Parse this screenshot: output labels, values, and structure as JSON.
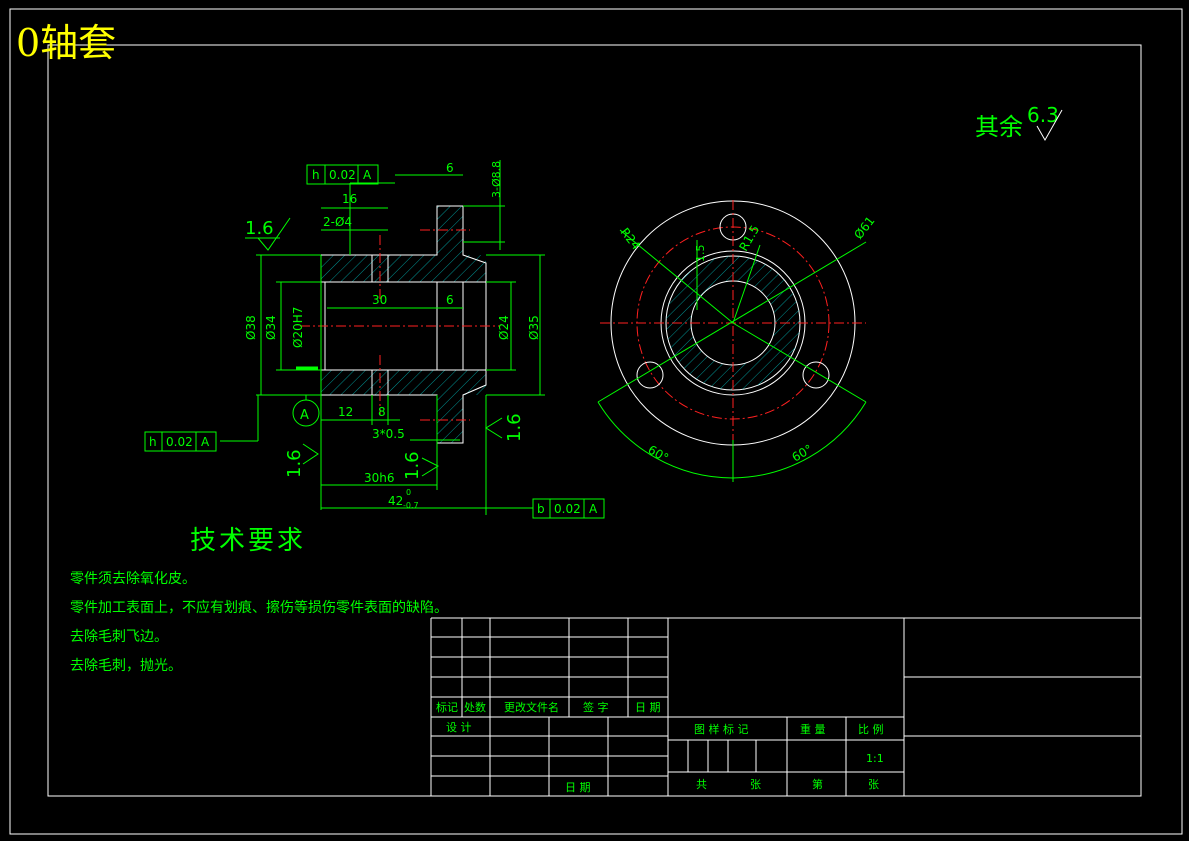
{
  "title": "0轴套",
  "roughness_rest": {
    "label": "其余",
    "value": "6.3"
  },
  "dimensions": {
    "d16": "16",
    "d6_top": "6",
    "d3_hole": "3-Ø8.8",
    "d2_hole": "2-Ø4",
    "d30": "30",
    "d6_mid": "6",
    "d38": "Ø38",
    "d34": "Ø34",
    "d20h7": "Ø20H7",
    "d24": "Ø24",
    "d35": "Ø35",
    "d12": "12",
    "d8": "8",
    "chamfer": "3*0.5",
    "d30h6": "30h6",
    "d42": "42",
    "d42_tol": "-0.7",
    "d42_tol0": "0",
    "r24": "R24",
    "r15": "R1.5",
    "d15": "1.5",
    "d61": "Ø61",
    "a60_left": "60°",
    "a60_right": "60°"
  },
  "roughness": {
    "r1": "1.6",
    "r2": "1.6",
    "r3": "1.6",
    "r4": "1.6"
  },
  "datum": "A",
  "tolerance_frames": [
    {
      "sym": "h",
      "val": "0.02",
      "ref": "A"
    },
    {
      "sym": "h",
      "val": "0.02",
      "ref": "A"
    },
    {
      "sym": "b",
      "val": "0.02",
      "ref": "A"
    }
  ],
  "tech": {
    "heading": "技术要求",
    "items": [
      "零件须去除氧化皮。",
      "零件加工表面上，不应有划痕、擦伤等损伤零件表面的缺陷。",
      "去除毛刺飞边。",
      "去除毛刺，抛光。"
    ]
  },
  "title_block": {
    "biaoji": "标记",
    "chushu": "处数",
    "genggai": "更改文件名",
    "qianzi": "签 字",
    "riqi": "日 期",
    "sheji": "设 计",
    "riqi2": "日 期",
    "tuyang": "图 样 标 记",
    "zhongliang": "重 量",
    "bili": "比 例",
    "scale": "1:1",
    "gong": "共",
    "zhang1": "张",
    "di": "第",
    "zhang2": "张"
  },
  "colors": {
    "line": "#00ff00",
    "border": "#ffffff",
    "center": "#ff2020",
    "hatch": "#00d0d0",
    "title": "#ffff00"
  }
}
